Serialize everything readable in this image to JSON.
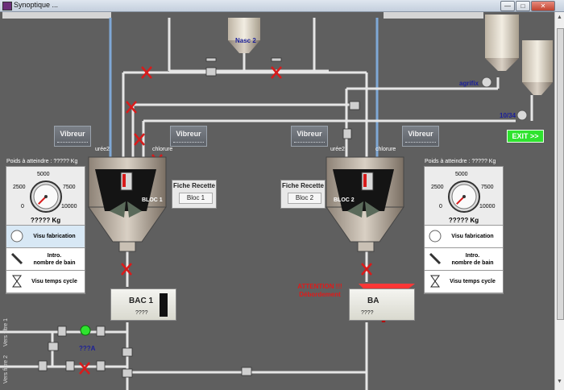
{
  "window": {
    "title": "Synoptique ...",
    "buttons": {
      "minimize": "—",
      "maximize": "□",
      "close": "✕"
    }
  },
  "labels": {
    "nasc2": "Nasc 2",
    "agrifix": "agrifix",
    "ratio": "10/34",
    "uree_left": "urée2",
    "chlorure_left": "chlorure",
    "uree_right": "urée2",
    "chlorure_right": "chlorure",
    "bloc1": "BLOC 1",
    "bloc2": "BLOC 2",
    "qA": "???A",
    "vers_filtre1": "Vers filtre 1",
    "vers_filtre2": "Vers filtre 2"
  },
  "vibreurs": [
    "Vibreur",
    "Vibreur",
    "Vibreur",
    "Vibreur"
  ],
  "exit_label": "EXIT >>",
  "fiches": [
    {
      "title": "Fiche Recette",
      "value": "Bloc 1"
    },
    {
      "title": "Fiche Recette",
      "value": "Bloc 2"
    }
  ],
  "panels": [
    {
      "poids": "Poids à atteindre : ????? Kg",
      "gauge": {
        "t0": "0",
        "t2500": "2500",
        "t5000": "5000",
        "t7500": "7500",
        "t10000": "10000",
        "value_kg": 0
      },
      "kg": "????? Kg",
      "btn_fab": "Visu fabrication",
      "btn_intro": "Intro.\nnombre de bain",
      "btn_cycle": "Visu temps cycle"
    },
    {
      "poids": "Poids à atteindre : ????? Kg",
      "gauge": {
        "t0": "0",
        "t2500": "2500",
        "t5000": "5000",
        "t7500": "7500",
        "t10000": "10000",
        "value_kg": 0
      },
      "kg": "????? Kg",
      "btn_fab": "Visu fabrication",
      "btn_intro": "Intro.\nnombre de bain",
      "btn_cycle": "Visu temps cycle"
    }
  ],
  "bacs": [
    {
      "name": "BAC 1",
      "qty": "????"
    },
    {
      "name": "BA",
      "qty": "????"
    }
  ],
  "attention": {
    "line1": "ATTENTION !!!",
    "line2": "Débordement"
  },
  "colors": {
    "valve_red": "#d81b1b",
    "pipe_white": "#e6e6e6",
    "pipe_blue": "#7fa8d6",
    "exit_green": "#2ee32e",
    "attention_red": "#e01a1a",
    "background": "#5f5f5f"
  }
}
